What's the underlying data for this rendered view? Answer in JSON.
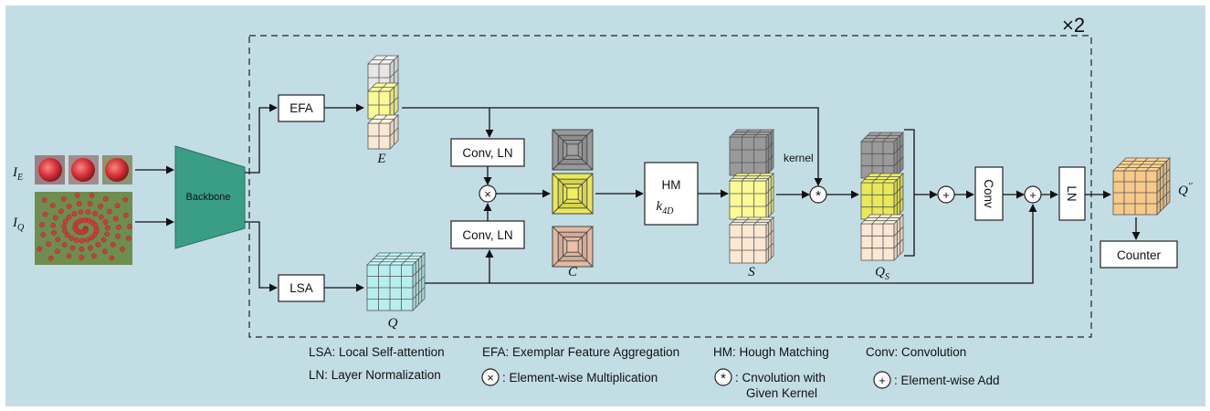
{
  "diagram": {
    "repeat_label": "×2",
    "inputs": {
      "exemplar": "I_E",
      "query": "I_Q"
    },
    "backbone": "Backbone",
    "efa": "EFA",
    "lsa": "LSA",
    "conv_ln_top": "Conv, LN",
    "conv_ln_bottom": "Conv, LN",
    "hm": {
      "title": "HM",
      "sub": "k_4D"
    },
    "kernel": "kernel",
    "conv": "Conv",
    "ln": "LN",
    "counter": "Counter",
    "tensors": {
      "E": "E",
      "Q": "Q",
      "C": "C",
      "S": "S",
      "QS": "Q_S",
      "Qout": "Q''"
    },
    "ops": {
      "multiply": "×",
      "conv_kernel": "*",
      "add": "+"
    }
  },
  "legend": {
    "lsa": "LSA: Local Self-attention",
    "efa": "EFA: Exemplar Feature Aggregation",
    "hm": "HM: Hough Matching",
    "conv": "Conv: Convolution",
    "ln": "LN: Layer Normalization",
    "mult": ": Element-wise Multiplication",
    "cnv_line1": ": Cnvolution with",
    "cnv_line2": "Given Kernel",
    "add": ": Element-wise Add"
  },
  "colors": {
    "background": "#c3dde5",
    "backbone": "#3a9e86",
    "exemplar_gray": "#e6e6e6",
    "exemplar_yellow": "#fafa96",
    "exemplar_peach": "#fbe8d2",
    "query_cyan": "#b9eef0",
    "corr_gray": "#9a9a9a",
    "corr_yellow": "#e8e85a",
    "corr_peach": "#e4b9a2",
    "out_orange": "#f7c98b"
  }
}
